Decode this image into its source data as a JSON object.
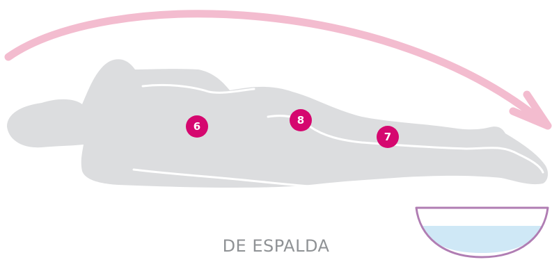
{
  "caption": "DE ESPALDA",
  "colors": {
    "body_fill": "#dcdddf",
    "body_line": "#ffffff",
    "marker": "#d5076f",
    "arrow": "#f3bccf",
    "bowl_outline": "#b07db3",
    "bowl_water": "#cfe8f6"
  },
  "markers": [
    {
      "id": "marker-6",
      "label": "6"
    },
    {
      "id": "marker-8",
      "label": "8"
    },
    {
      "id": "marker-7",
      "label": "7"
    }
  ],
  "icons": [
    "arc-arrow-icon",
    "human-body-figure",
    "bowl-icon"
  ]
}
